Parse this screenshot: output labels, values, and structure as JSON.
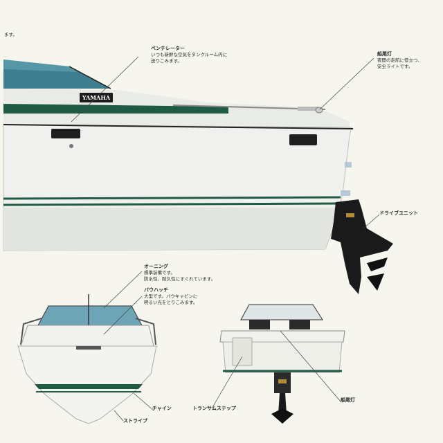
{
  "fragment": "ます。",
  "brand": "YAMAHA",
  "callouts": {
    "ventilator": {
      "title": "ベンチレーター",
      "lines": [
        "いつも新鮮な空気をタンクルーム内に",
        "送りこみます。"
      ]
    },
    "stern_light_top": {
      "title": "船尾灯",
      "lines": [
        "夜間の走航に役立つ、",
        "安全ライトです。"
      ]
    },
    "drive_unit": {
      "title": "ドライブユニット",
      "lines": []
    },
    "awning": {
      "title": "オーニング",
      "lines": [
        "標準装備です。",
        "防水性、耐久性にすぐれています。"
      ]
    },
    "bow_hatch": {
      "title": "バウハッチ",
      "lines": [
        "大型です。バウキャビンに",
        "明るい光をとりこみます。"
      ]
    },
    "chine": {
      "title": "チャイン",
      "lines": []
    },
    "stripe": {
      "title": "ストライプ",
      "lines": []
    },
    "transom_step": {
      "title": "トランサムステップ",
      "lines": []
    },
    "stern_light_bottom": {
      "title": "船尾灯",
      "lines": []
    }
  }
}
